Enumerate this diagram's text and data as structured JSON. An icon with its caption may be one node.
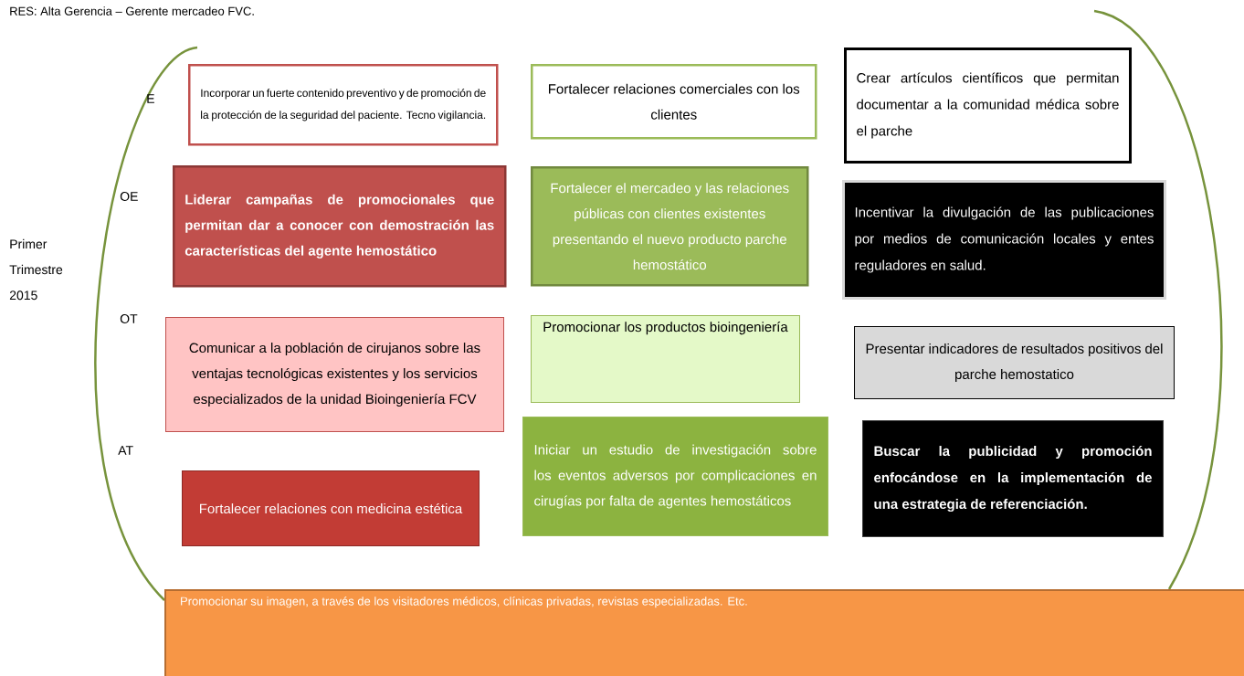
{
  "diagram": {
    "nodes": [
      {
        "text": [
          "Incorporar un fuerte contenido preventivo y de promoción de la protección de la seguridad del paciente. Tecno vigilancia."
        ]
      },
      {
        "text": [
          "Fortalecer relaciones comerciales con los  clientes"
        ]
      },
      {
        "text": [
          "Crear artículos científicos que permitan documentar a la comunidad médica sobre el parche"
        ]
      },
      {
        "text": [
          "Liderar campañas de promocionales que permitan dar a conocer con demostración las características del agente hemostático"
        ]
      },
      {
        "text": [
          "Fortalecer el mercadeo y las relaciones públicas  con clientes existentes presentando el nuevo producto parche hemostático"
        ]
      },
      {
        "text": [
          "Incentivar la divulgación de las publicaciones por medios de comunicación locales y entes reguladores en salud."
        ]
      },
      {
        "text": [
          "Comunicar a la población de cirujanos sobre las ventajas tecnológicas existentes y los servicios especializados de la unidad Bioingeniería FCV"
        ]
      },
      {
        "text": [
          "Promocionar los productos bioingeniería"
        ]
      },
      {
        "text": [
          "Presentar indicadores de resultados positivos del parche hemostatico"
        ]
      },
      {
        "text": [
          "Iniciar un estudio de investigación sobre los eventos adversos por complicaciones en cirugías por falta de agentes hemostáticos"
        ]
      },
      {
        "text": [
          "Fortalecer relaciones con medicina estética"
        ]
      },
      {
        "text": [
          "Buscar la publicidad y promoción enfocándose en la implementación de una estrategia de referenciación."
        ]
      },
      {
        "text": [
          "Promocionar su imagen, a través de los visitadores médicos, clínicas privadas, revistas especializadas. Etc."
        ]
      }
    ],
    "labels": [
      "RES: Alta Gerencia – Gerente mercadeo FVC.",
      "E",
      "OE",
      "Primer Trimestre 2015",
      "OT",
      "AT"
    ]
  }
}
